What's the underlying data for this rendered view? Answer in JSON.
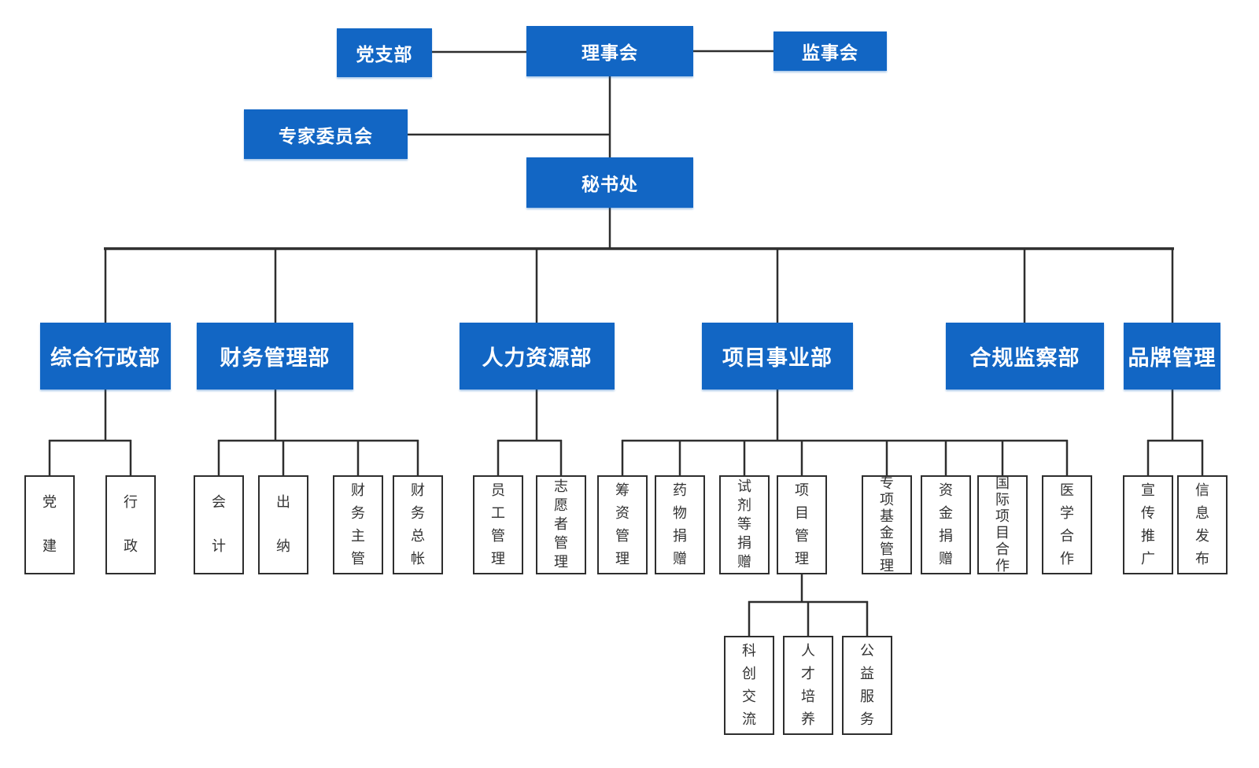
{
  "org": {
    "colors": {
      "node_fill": "#1266C4",
      "node_text": "#FFFFFF",
      "connector_line": "#2E2E2E",
      "leaf_border": "#2E2E2E",
      "leaf_text": "#333333",
      "background": "#FFFFFF"
    },
    "top": {
      "party_branch": "党支部",
      "council": "理事会",
      "supervisory_board": "监事会",
      "expert_committee": "专家委员会",
      "secretariat": "秘书处"
    },
    "departments": [
      {
        "label": "综合行政部",
        "children": [
          {
            "label": "党建"
          },
          {
            "label": "行政"
          }
        ]
      },
      {
        "label": "财务管理部",
        "children": [
          {
            "label": "会计"
          },
          {
            "label": "出纳"
          },
          {
            "label": "财务主管"
          },
          {
            "label": "财务总帐"
          }
        ]
      },
      {
        "label": "人力资源部",
        "children": [
          {
            "label": "员工管理"
          },
          {
            "label": "志愿者管理"
          }
        ]
      },
      {
        "label": "项目事业部",
        "children": [
          {
            "label": "筹资管理"
          },
          {
            "label": "药物捐赠"
          },
          {
            "label": "试剂等捐赠"
          },
          {
            "label": "项目管理",
            "children": [
              {
                "label": "科创交流"
              },
              {
                "label": "人才培养"
              },
              {
                "label": "公益服务"
              }
            ]
          },
          {
            "label": "专项基金管理"
          },
          {
            "label": "资金捐赠"
          },
          {
            "label": "国际项目合作"
          },
          {
            "label": "医学合作"
          }
        ]
      },
      {
        "label": "合规监察部",
        "children": []
      },
      {
        "label": "品牌管理",
        "children": [
          {
            "label": "宣传推广"
          },
          {
            "label": "信息发布"
          }
        ]
      }
    ]
  }
}
